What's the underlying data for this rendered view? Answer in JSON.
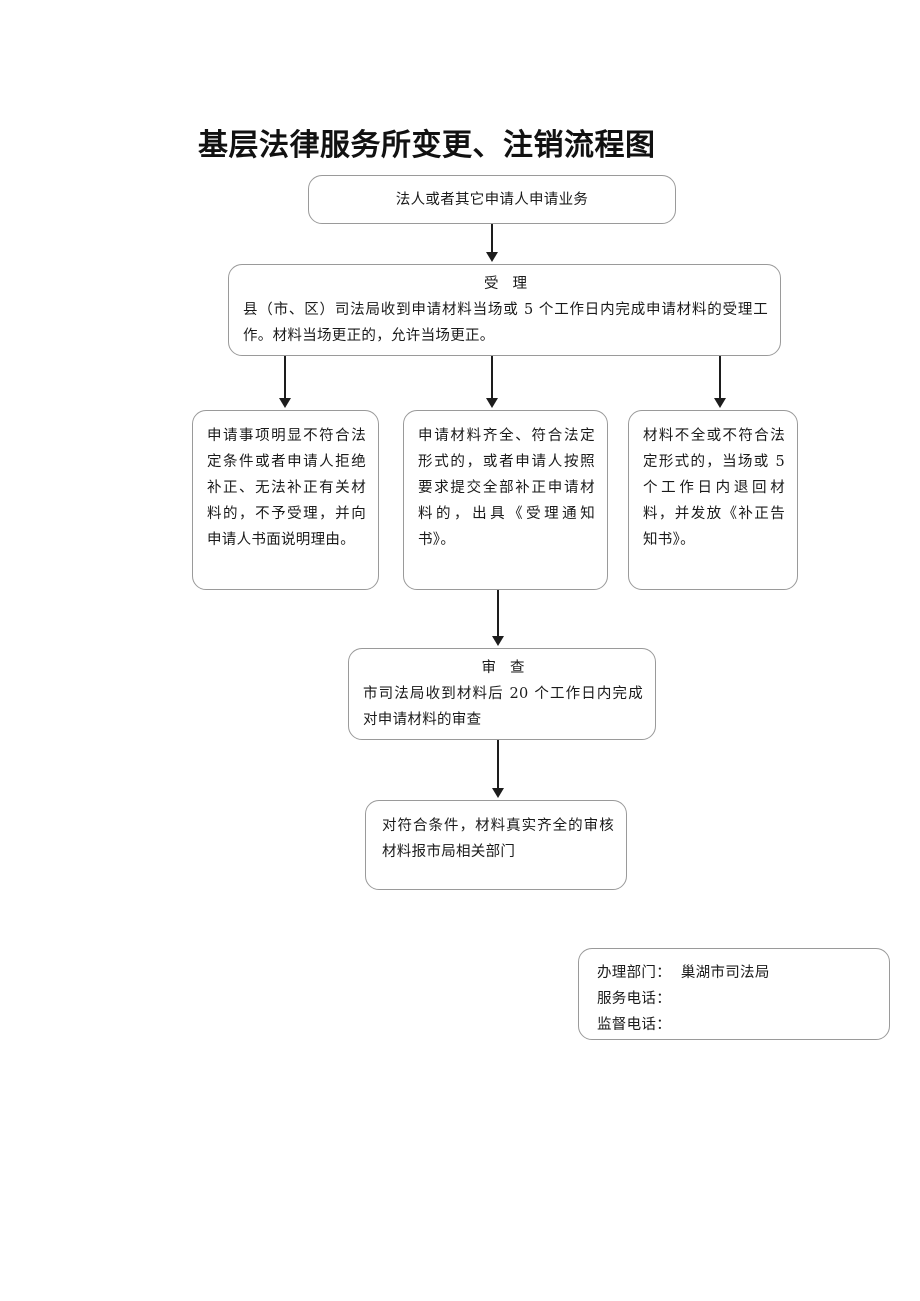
{
  "page": {
    "title": "基层法律服务所变更、注销流程图"
  },
  "flow": {
    "nodes": [
      {
        "id": "apply",
        "name": "applicant-submit",
        "text": "法人或者其它申请人申请业务"
      },
      {
        "id": "accept",
        "name": "acceptance",
        "heading": "受理",
        "text": "县（市、区）司法局收到申请材料当场或 5 个工作日内完成申请材料的受理工作。材料当场更正的，允许当场更正。"
      },
      {
        "id": "reject",
        "name": "not-accepted",
        "text": "申请事项明显不符合法定条件或者申请人拒绝补正、无法补正有关材料的，不予受理，并向申请人书面说明理由。"
      },
      {
        "id": "qualified",
        "name": "materials-complete",
        "text": "申请材料齐全、符合法定形式的，或者申请人按照要求提交全部补正申请材料的，出具《受理通知书》。"
      },
      {
        "id": "incomplete",
        "name": "materials-incomplete",
        "text": "材料不全或不符合法定形式的，当场或 5 个工作日内退回材料，并发放《补正告知书》。"
      },
      {
        "id": "review",
        "name": "examination",
        "heading": "审查",
        "text": "市司法局收到材料后 20 个工作日内完成对申请材料的审查"
      },
      {
        "id": "report",
        "name": "report-to-bureau",
        "text": "对符合条件，材料真实齐全的审核材料报市局相关部门"
      }
    ]
  },
  "contact": {
    "department_line": "办理部门：  巢湖市司法局",
    "service_phone_line": "服务电话：",
    "supervision_phone_line": "监督电话："
  },
  "colors": {
    "box_border": "#9a9a9a",
    "connector": "#1d1d1d",
    "text": "#1a1a1a",
    "background": "#ffffff"
  }
}
